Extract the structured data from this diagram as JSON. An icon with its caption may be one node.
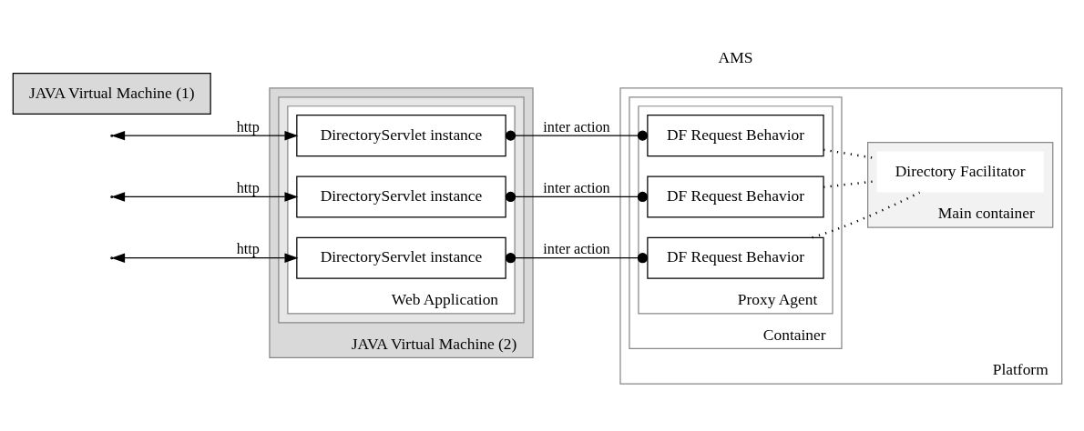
{
  "diagram": {
    "nodes": [
      {
        "text": [
          "JAVA Virtual Machine (2)"
        ]
      },
      {
        "text": [],
        "shape": "box",
        "in": 0
      },
      {
        "text": [
          "Web Application"
        ],
        "in": 1
      },
      {
        "text": [
          "DirectoryServlet instance"
        ],
        "in": 2
      },
      {
        "text": [
          "DirectoryServlet instance"
        ],
        "in": 2
      },
      {
        "text": [
          "DirectoryServlet instance"
        ],
        "in": 2
      },
      {
        "text": [
          "Platform"
        ]
      },
      {
        "text": [
          "Container"
        ],
        "in": 6
      },
      {
        "text": [
          "Proxy Agent"
        ],
        "in": 7
      },
      {
        "text": [
          "DF Request Behavior"
        ],
        "in": 8
      },
      {
        "text": [
          "DF Request Behavior"
        ],
        "in": 8
      },
      {
        "text": [
          "DF Request Behavior"
        ],
        "in": 8
      },
      {
        "text": [
          "Main container"
        ],
        "in": 6
      },
      {
        "text": [
          "Directory Facilitator"
        ],
        "in": 12
      },
      {
        "text": [
          "JAVA Virtual Machine (1)"
        ]
      }
    ],
    "edges": [
      {
        "from": null,
        "to": 3,
        "arrow": "both",
        "label": "http"
      },
      {
        "from": null,
        "to": 4,
        "arrow": "both",
        "label": "http"
      },
      {
        "from": null,
        "to": 5,
        "arrow": "both",
        "label": "http"
      },
      {
        "from": 3,
        "to": 9,
        "arrow": "other",
        "label": "inter action"
      },
      {
        "from": 4,
        "to": 10,
        "arrow": "other",
        "label": "inter action"
      },
      {
        "from": 5,
        "to": 11,
        "arrow": "other",
        "label": "inter action"
      },
      {
        "from": 9,
        "to": 13,
        "arrow": "none",
        "style": "dashed"
      },
      {
        "from": 10,
        "to": 13,
        "arrow": "none",
        "style": "dashed"
      },
      {
        "from": 11,
        "to": 13,
        "arrow": "none",
        "style": "dashed"
      }
    ],
    "labels": [
      "AMS"
    ]
  }
}
